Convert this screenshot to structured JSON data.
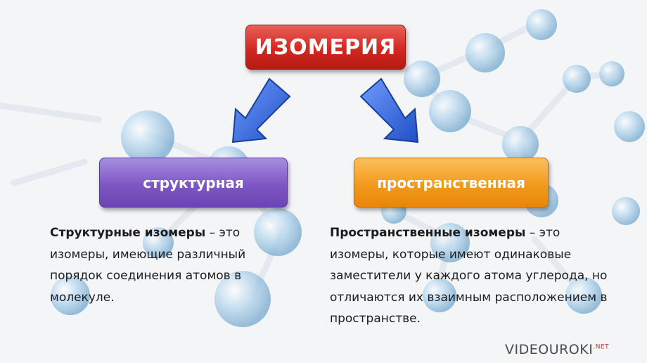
{
  "title": "ИЗОМЕРИЯ",
  "categories": [
    {
      "label": "структурная",
      "term": "Структурные изомеры",
      "definition": " – это изомеры, имеющие различный порядок соединения атомов в молекуле."
    },
    {
      "label": "пространственная",
      "term": "Пространственные изомеры",
      "definition": " – это изомеры, которые имеют одинаковые заместители у каждого атома углерода, но отличаются их взаимным расположением в пространстве."
    }
  ],
  "watermark": {
    "part1": "VIDEOUROKI",
    "part2": ".NET"
  },
  "colors": {
    "title_box": "#d2281f",
    "structural_box": "#7e57c5",
    "spatial_box": "#f29a1c",
    "arrows": "#2f63d8",
    "molecule_balls": "#9fc8e6"
  },
  "background": "molecule ball-and-stick illustration"
}
